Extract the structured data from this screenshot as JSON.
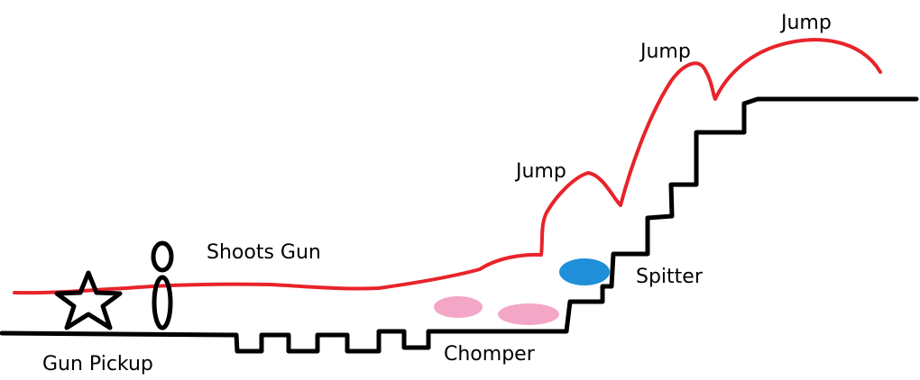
{
  "labels": {
    "shoots_gun": "Shoots Gun",
    "gun_pickup": "Gun Pickup",
    "chomper": "Chomper",
    "spitter": "Spitter",
    "jump_1": "Jump",
    "jump_2": "Jump",
    "jump_3": "Jump"
  },
  "colors": {
    "terrain": "#000000",
    "path": "#e8232a",
    "chomper": "#f4a6c6",
    "spitter": "#1e8fd8",
    "player": "#000000",
    "pickup": "#000000"
  },
  "icons": {
    "pickup": "star-icon",
    "player": "stick-figure-icon"
  }
}
